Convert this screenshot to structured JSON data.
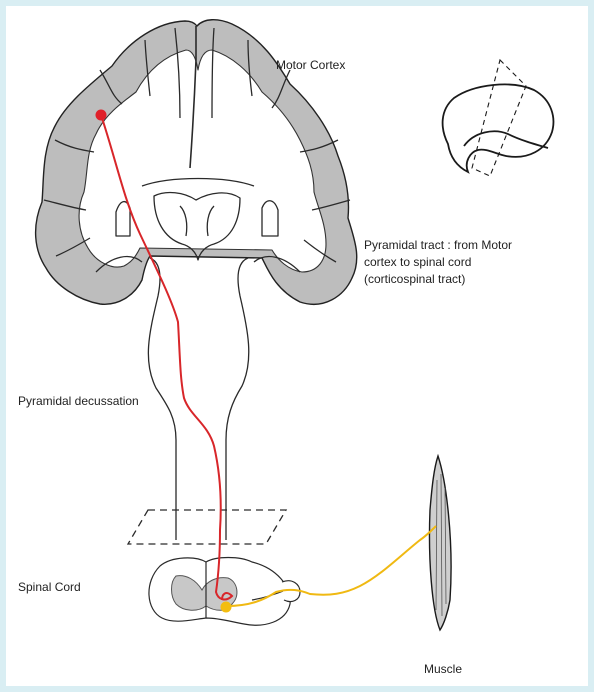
{
  "labels": {
    "motor_cortex": "Motor Cortex",
    "pyramidal_tract": "Pyramidal tract : from Motor\ncortex to spinal cord\n(corticospinal tract)",
    "pyramidal_decussation": "Pyramidal decussation",
    "spinal_cord": "Spinal Cord",
    "muscle": "Muscle"
  },
  "colors": {
    "background": "#d9eef3",
    "canvas": "#ffffff",
    "outline": "#2a2a2a",
    "upper_motor_neuron": "#d8262a",
    "lower_motor_neuron": "#f0b912",
    "label_text": "#222222"
  }
}
